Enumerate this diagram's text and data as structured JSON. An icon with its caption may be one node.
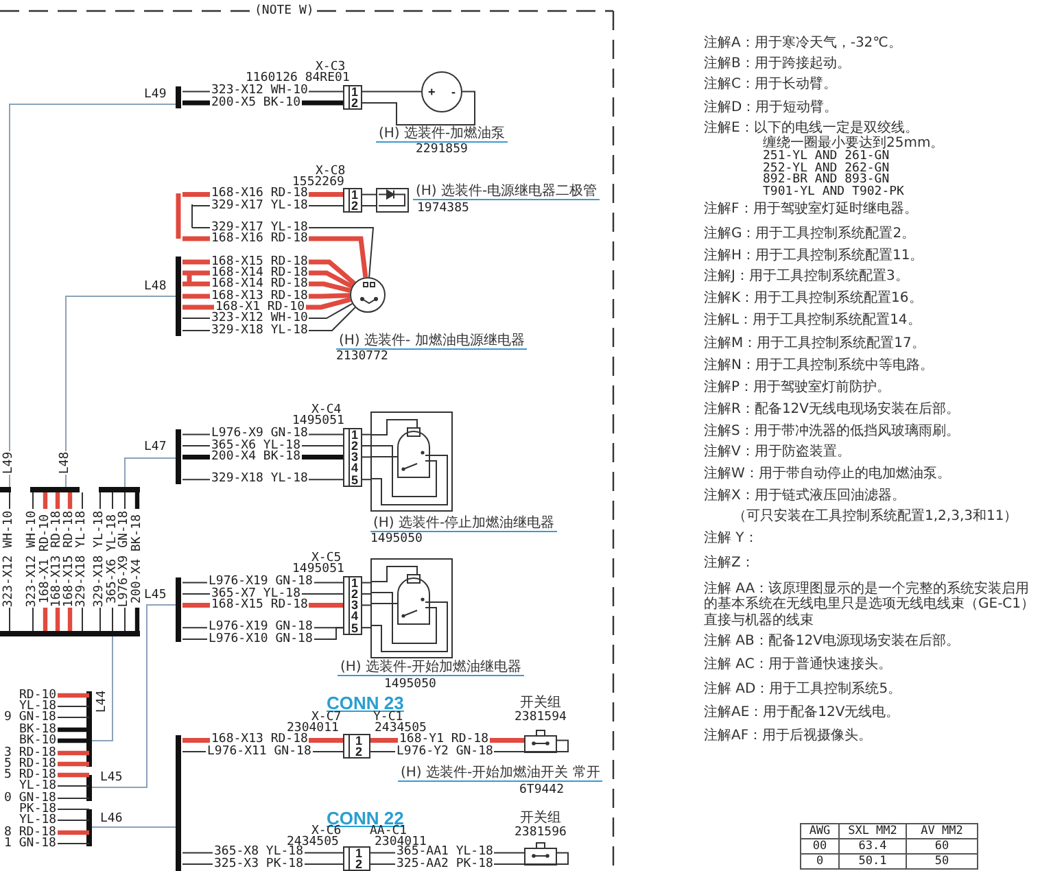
{
  "diagram": {
    "nodes": [
      {
        "text": [
          "1",
          "2"
        ],
        "beside": [
          "X-C3",
          "1160126 84RE01"
        ]
      },
      {
        "text": [
          "+",
          "-"
        ],
        "beside": [
          "(H) 选装件-加燃油泵",
          "2291859"
        ]
      },
      {
        "text": [
          "1",
          "2"
        ],
        "beside": [
          "X-C8",
          "1552269"
        ]
      },
      {
        "text": [],
        "shape": "picture",
        "beside": [
          "(H) 选装件-电源继电器二极管",
          "1974385"
        ]
      },
      {
        "text": [],
        "shape": "circle",
        "beside": [
          "(H) 选装件- 加燃油电源继电器",
          "2130772"
        ]
      },
      {
        "text": [
          "1",
          "2",
          "3",
          "4",
          "5"
        ],
        "beside": [
          "X-C4",
          "1495051"
        ]
      },
      {
        "text": [],
        "shape": "picture",
        "beside": [
          "(H) 选装件-停止加燃油继电器",
          "1495050"
        ]
      },
      {
        "text": [
          "1",
          "2",
          "3",
          "4",
          "5"
        ],
        "beside": [
          "X-C5",
          "1495051"
        ]
      },
      {
        "text": [],
        "shape": "picture",
        "beside": [
          "(H) 选装件-开始加燃油继电器",
          "1495050"
        ]
      },
      {
        "text": [
          "1",
          "2"
        ],
        "beside": [
          "CONN 23",
          "X-C7",
          "2304011",
          "Y-C1",
          "2434505"
        ]
      },
      {
        "text": [],
        "shape": "picture",
        "beside": [
          "开关组",
          "2381594",
          "(H) 选装件-开始加燃油开关 常开",
          "6T9442"
        ]
      },
      {
        "text": [
          "1",
          "2"
        ],
        "beside": [
          "CONN 22",
          "X-C6",
          "2434505",
          "AA-C1",
          "2304011"
        ]
      },
      {
        "text": [],
        "shape": "picture",
        "beside": [
          "开关组",
          "2381596"
        ]
      }
    ],
    "edges": [
      {
        "from": null,
        "to": 0,
        "arrow": "none",
        "label": "323-X12 WH-10"
      },
      {
        "from": null,
        "to": 0,
        "arrow": "none",
        "label": "200-X5 BK-10",
        "style": "thick",
        "color": "#111111"
      },
      {
        "from": 0,
        "to": 1,
        "arrow": "none"
      },
      {
        "from": 0,
        "to": 1,
        "arrow": "none"
      },
      {
        "from": null,
        "to": 2,
        "arrow": "none",
        "label": "168-X16 RD-18",
        "style": "thick",
        "color": "#e04a3f"
      },
      {
        "from": null,
        "to": 2,
        "arrow": "none",
        "label": "329-X17 YL-18"
      },
      {
        "from": 2,
        "to": 3,
        "arrow": "none"
      },
      {
        "from": 2,
        "to": 3,
        "arrow": "none"
      },
      {
        "from": null,
        "to": 4,
        "arrow": "none",
        "label": "329-X17 YL-18"
      },
      {
        "from": null,
        "to": 4,
        "arrow": "none",
        "label": "168-X16 RD-18",
        "style": "thick",
        "color": "#e04a3f"
      },
      {
        "from": null,
        "to": 4,
        "arrow": "none",
        "label": "168-X15 RD-18",
        "style": "thick",
        "color": "#e04a3f"
      },
      {
        "from": null,
        "to": 4,
        "arrow": "none",
        "label": "168-X14 RD-18",
        "style": "thick",
        "color": "#e04a3f"
      },
      {
        "from": null,
        "to": 4,
        "arrow": "none",
        "label": "168-X14 RD-18",
        "style": "thick",
        "color": "#e04a3f"
      },
      {
        "from": null,
        "to": 4,
        "arrow": "none",
        "label": "168-X13 RD-18",
        "style": "thick",
        "color": "#e04a3f"
      },
      {
        "from": null,
        "to": 4,
        "arrow": "none",
        "label": "168-X1 RD-10",
        "style": "thick",
        "color": "#e04a3f"
      },
      {
        "from": null,
        "to": 4,
        "arrow": "none",
        "label": "323-X12 WH-10"
      },
      {
        "from": null,
        "to": 4,
        "arrow": "none",
        "label": "329-X18 YL-18"
      },
      {
        "from": null,
        "to": 5,
        "arrow": "none",
        "label": "L976-X9 GN-18"
      },
      {
        "from": null,
        "to": 5,
        "arrow": "none",
        "label": "365-X6 YL-18"
      },
      {
        "from": null,
        "to": 5,
        "arrow": "none",
        "label": "200-X4 BK-18",
        "style": "thick",
        "color": "#111111"
      },
      {
        "from": null,
        "to": 5,
        "arrow": "none",
        "label": "329-X18 YL-18"
      },
      {
        "from": 5,
        "to": 6,
        "arrow": "none"
      },
      {
        "from": 5,
        "to": 6,
        "arrow": "none"
      },
      {
        "from": 5,
        "to": 6,
        "arrow": "none"
      },
      {
        "from": 5,
        "to": 6,
        "arrow": "none"
      },
      {
        "from": null,
        "to": 7,
        "arrow": "none",
        "label": "L976-X19 GN-18"
      },
      {
        "from": null,
        "to": 7,
        "arrow": "none",
        "label": "365-X7 YL-18"
      },
      {
        "from": null,
        "to": 7,
        "arrow": "none",
        "label": "168-X15 RD-18",
        "style": "thick",
        "color": "#e04a3f"
      },
      {
        "from": null,
        "to": 7,
        "arrow": "none",
        "label": "L976-X19 GN-18"
      },
      {
        "from": null,
        "to": 7,
        "arrow": "none",
        "label": "L976-X10 GN-18"
      },
      {
        "from": 7,
        "to": 8,
        "arrow": "none"
      },
      {
        "from": 7,
        "to": 8,
        "arrow": "none"
      },
      {
        "from": 7,
        "to": 8,
        "arrow": "none"
      },
      {
        "from": 7,
        "to": 8,
        "arrow": "none"
      },
      {
        "from": null,
        "to": 9,
        "arrow": "none",
        "label": "168-X13 RD-18",
        "style": "thick",
        "color": "#e04a3f"
      },
      {
        "from": null,
        "to": 9,
        "arrow": "none",
        "label": "L976-X11 GN-18"
      },
      {
        "from": 9,
        "to": 10,
        "arrow": "none",
        "label": "168-Y1 RD-18",
        "style": "thick",
        "color": "#e04a3f"
      },
      {
        "from": 9,
        "to": 10,
        "arrow": "none",
        "label": "L976-Y2 GN-18"
      },
      {
        "from": null,
        "to": 11,
        "arrow": "none",
        "label": "365-X8 YL-18"
      },
      {
        "from": null,
        "to": 11,
        "arrow": "none",
        "label": "325-X3 PK-18"
      },
      {
        "from": 11,
        "to": 12,
        "arrow": "none",
        "label": "365-AA1 YL-18"
      },
      {
        "from": 11,
        "to": 12,
        "arrow": "none",
        "label": "325-AA2 PK-18"
      }
    ],
    "labels": [
      "(NOTE W)",
      "L49",
      "L48",
      "L47",
      "L45",
      "L49",
      "L48",
      "323-X12 WH-10",
      "323-X12 WH-10",
      "168-X1 RD-10",
      "168-X13 RD-18",
      "168-X15 RD-18",
      "329-X18 YL-18",
      "329-X18 YL-18",
      "365-X6 YL-18",
      "L976-X9 GN-18",
      "200-X4 BK-18",
      "L44",
      "RD-10",
      "YL-18",
      "9 GN-18",
      "BK-18",
      "BK-10",
      "3 RD-18",
      "5 RD-18",
      "5 RD-18",
      "YL-18",
      "0 GN-18",
      "PK-18",
      "YL-18",
      "8 RD-18",
      "1 GN-18",
      "L45",
      "L46",
      "注解A：用于寒冷天气，-32℃。",
      "注解B：用于跨接起动。",
      "注解C：用于长动臂。",
      "注解D：用于短动臂。",
      "注解E：以下的电线一定是双绞线。",
      "缠绕一圈最小要达到25mm。",
      "251-YL AND 261-GN",
      "252-YL AND 262-GN",
      "892-BR AND 893-GN",
      "T901-YL AND T902-PK",
      "注解F：用于驾驶室灯延时继电器。",
      "注解G：用于工具控制系统配置2。",
      "注解H：用于工具控制系统配置11。",
      "注解J：用于工具控制系统配置3。",
      "注解K：用于工具控制系统配置16。",
      "注解L：用于工具控制系统配置14。",
      "注解M：用于工具控制系统配置17。",
      "注解N：用于工具控制系统中等电路。",
      "注解P：用于驾驶室灯前防护。",
      "注解R：配备12V无线电现场安装在后部。",
      "注解S：用于带冲洗器的低挡风玻璃雨刷。",
      "注解V：用于防盗装置。",
      "注解W：用于带自动停止的电加燃油泵。",
      "注解X：用于链式液压回油滤器。",
      "（可只安装在工具控制系统配置1,2,3,3和11）",
      "注解 Y：",
      "注解Z：",
      "注解 AA：该原理图显示的是一个完整的系统安装启用的基本系统在无线电里只是选项无线电线束（GE-C1）直接与机器的线束",
      "注解 AB：配备12V电源现场安装在后部。",
      "注解 AC：用于普通快速接头。",
      "注解 AD：用于工具控制系统5。",
      "注解AE：用于配备12V无线电。",
      "注解AF：用于后视摄像头。",
      "AWG",
      "SXL MM2",
      "AV MM2",
      "00",
      "63.4",
      "60",
      "0",
      "50.1",
      "50"
    ]
  }
}
